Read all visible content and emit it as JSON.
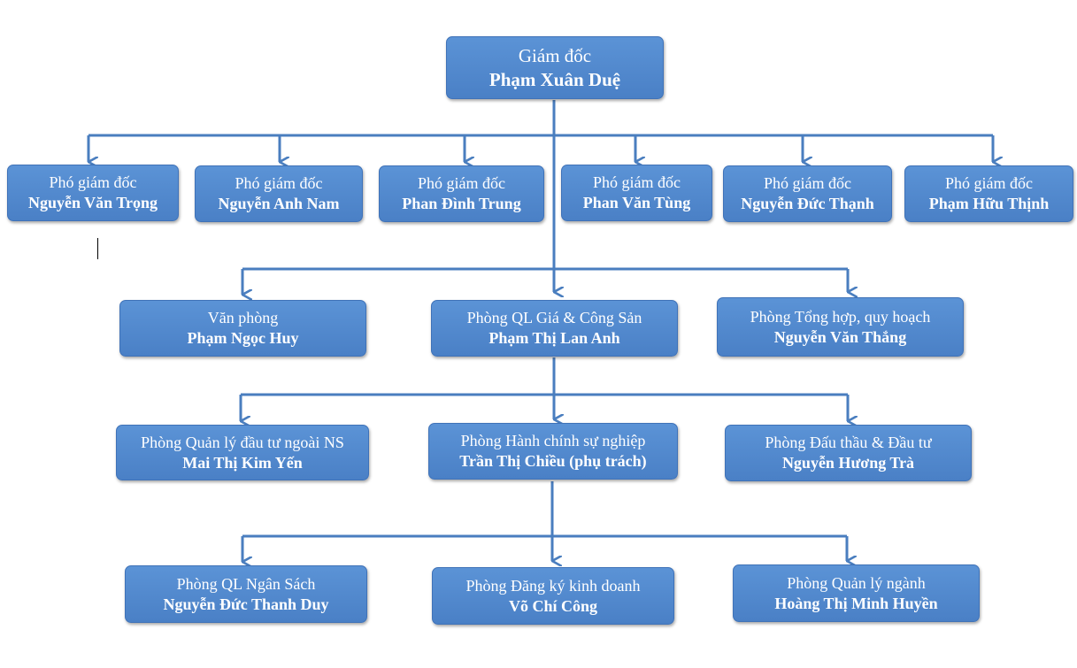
{
  "org_chart": {
    "director": {
      "title": "Giám đốc",
      "name": "Phạm Xuân Duệ"
    },
    "deputies": [
      {
        "title": "Phó giám đốc",
        "name": "Nguyễn Văn Trọng"
      },
      {
        "title": "Phó giám đốc",
        "name": "Nguyễn Anh Nam"
      },
      {
        "title": "Phó giám đốc",
        "name": "Phan Đình Trung"
      },
      {
        "title": "Phó giám đốc",
        "name": "Phan Văn Tùng"
      },
      {
        "title": "Phó giám đốc",
        "name": "Nguyễn Đức Thạnh"
      },
      {
        "title": "Phó giám đốc",
        "name": "Phạm Hữu Thịnh"
      }
    ],
    "row1": [
      {
        "title": "Văn phòng",
        "name": "Phạm Ngọc Huy"
      },
      {
        "title": "Phòng QL Giá & Công Sản",
        "name": "Phạm Thị Lan Anh"
      },
      {
        "title": "Phòng Tổng hợp, quy hoạch",
        "name": "Nguyễn Văn Thắng"
      }
    ],
    "row2": [
      {
        "title": "Phòng Quản lý đầu tư ngoài NS",
        "name": "Mai Thị Kim Yến"
      },
      {
        "title": "Phòng Hành chính sự nghiệp",
        "name": "Trần Thị Chiều (phụ trách)"
      },
      {
        "title": "Phòng Đấu thầu & Đầu tư",
        "name": "Nguyễn Hương Trà"
      }
    ],
    "row3": [
      {
        "title": "Phòng QL Ngân Sách",
        "name": "Nguyễn Đức Thanh Duy"
      },
      {
        "title": "Phòng Đăng ký kinh doanh",
        "name": "Võ Chí Công"
      },
      {
        "title": "Phòng Quản lý ngành",
        "name": "Hoàng Thị Minh Huyền"
      }
    ],
    "colors": {
      "box_fill": "#4f86cc",
      "connector": "#4a7ebf",
      "text": "#ffffff"
    }
  }
}
